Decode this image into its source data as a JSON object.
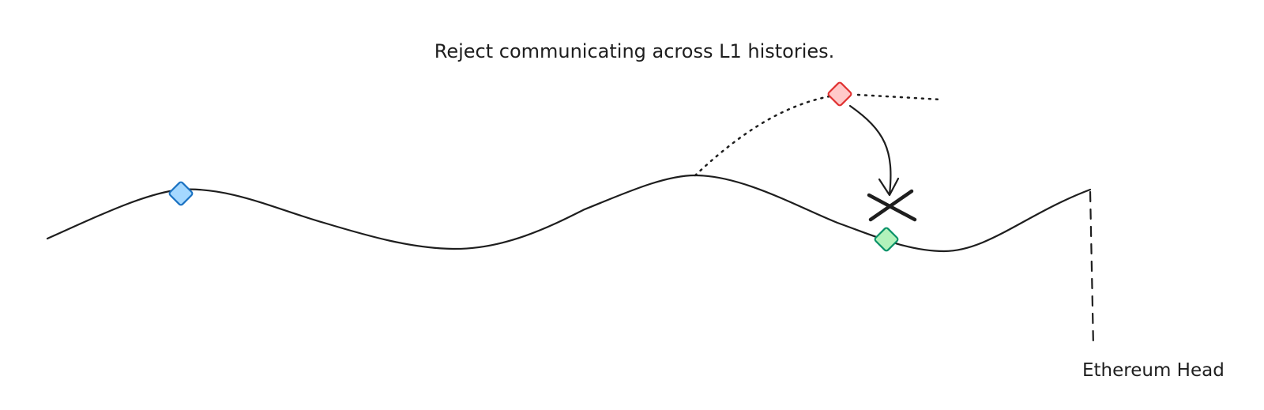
{
  "caption": "Reject communicating across L1 histories.",
  "head_label": "Ethereum Head",
  "colors": {
    "stroke": "#1e1e1e",
    "blue_fill": "#a5d8ff",
    "blue_stroke": "#1971c2",
    "red_fill": "#ffc9c9",
    "red_stroke": "#e03131",
    "green_fill": "#b2f2bb",
    "green_stroke": "#099268"
  },
  "markers": [
    {
      "name": "blue-diamond-marker",
      "color": "blue"
    },
    {
      "name": "red-diamond-marker",
      "color": "red"
    },
    {
      "name": "green-diamond-marker",
      "color": "green"
    }
  ]
}
